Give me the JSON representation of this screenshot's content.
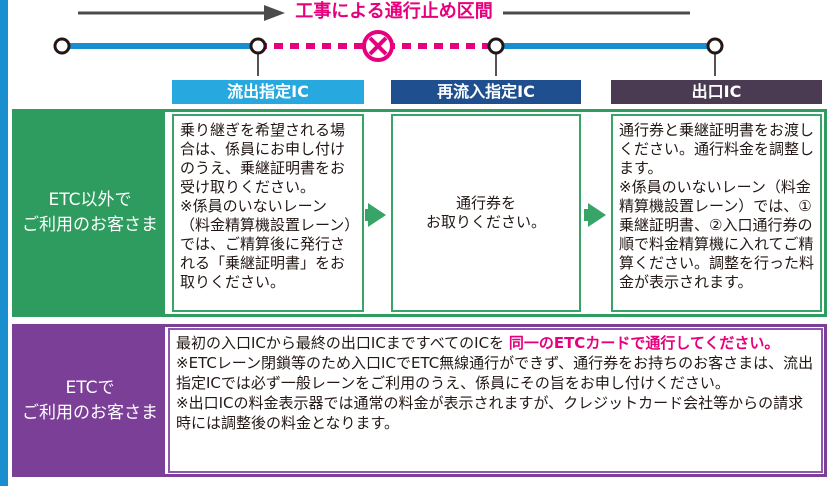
{
  "diagram": {
    "closure_label": "工事による通行止め区間",
    "colors": {
      "line_blue": "#1a8fd0",
      "closure_pink": "#e6007e",
      "arrow_dark": "#4b4b4b"
    }
  },
  "columns": {
    "exit_designated": "流出指定IC",
    "reentry_designated": "再流入指定IC",
    "exit": "出口IC"
  },
  "rows": {
    "non_etc": {
      "label": "ETC以外で\nご利用のお客さま",
      "exit_designated_text": "乗り継ぎを希望される場合は、係員にお申し付けのうえ、乗継証明書をお受け取りください。\n※係員のいないレーン（料金精算機設置レーン）では、ご精算後に発行される「乗継証明書」をお取りください。",
      "reentry_text": "通行券を\nお取りください。",
      "exit_text": "通行券と乗継証明書をお渡しください。通行料金を調整します。\n※係員のいないレーン（料金精算機設置レーン）では、①乗継証明書、②入口通行券の順で料金精算機に入れてご精算ください。調整を行った料金が表示されます。"
    },
    "etc": {
      "label": "ETCで\nご利用のお客さま",
      "text_before": "最初の入口ICから最終の出口ICまですべてのICを",
      "highlight": "同一のETCカードで通行してください。",
      "note1": "※ETCレーン閉鎖等のため入口ICでETC無線通行ができず、通行券をお持ちのお客さまは、流出指定ICでは必ず一般レーンをご利用のうえ、係員にその旨をお申し付けください。",
      "note2": "※出口ICの料金表示器では通常の料金が表示されますが、クレジットカード会社等からの請求時には調整後の料金となります。"
    }
  },
  "icons": {
    "closure": "no-entry-x-icon",
    "flow_arrow": "right-arrow-icon"
  }
}
